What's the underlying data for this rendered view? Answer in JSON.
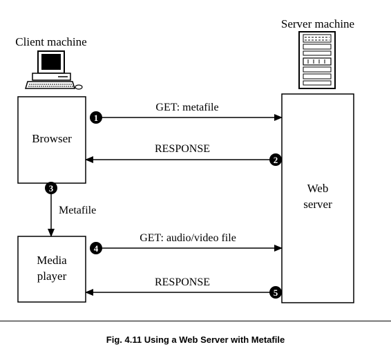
{
  "client": {
    "title": "Client machine"
  },
  "server": {
    "title": "Server machine"
  },
  "boxes": {
    "browser": "Browser",
    "media_player": [
      "Media",
      "player"
    ],
    "web_server": [
      "Web",
      "server"
    ]
  },
  "steps": [
    {
      "number": "1",
      "label": "GET: metafile"
    },
    {
      "number": "2",
      "label": "RESPONSE"
    },
    {
      "number": "3",
      "label": "Metafile"
    },
    {
      "number": "4",
      "label": "GET: audio/video file"
    },
    {
      "number": "5",
      "label": "RESPONSE"
    }
  ],
  "caption": "Fig. 4.11 Using a Web Server with Metafile"
}
